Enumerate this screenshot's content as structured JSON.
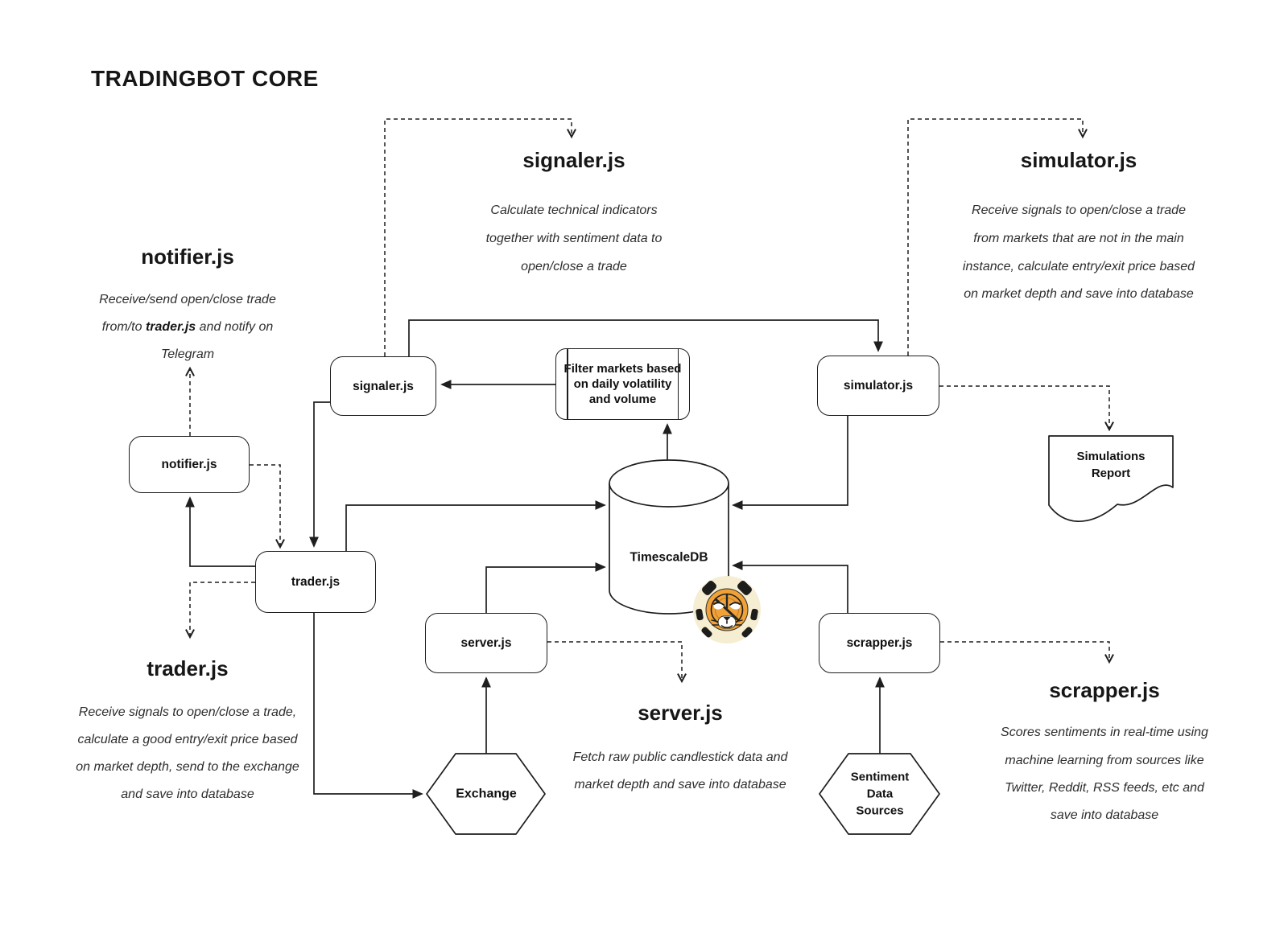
{
  "title": "TRADINGBOT CORE",
  "nodes": {
    "signaler": {
      "label": "signaler.js"
    },
    "filter_markets": {
      "lines": [
        "Filter markets based",
        "on daily volatility",
        "and volume"
      ]
    },
    "simulator": {
      "label": "simulator.js"
    },
    "notifier": {
      "label": "notifier.js"
    },
    "trader": {
      "label": "trader.js"
    },
    "server": {
      "label": "server.js"
    },
    "scrapper": {
      "label": "scrapper.js"
    },
    "exchange": {
      "label": "Exchange"
    },
    "sentiment_sources": {
      "lines": [
        "Sentiment",
        "Data",
        "Sources"
      ]
    },
    "database": {
      "label": "TimescaleDB"
    },
    "simulations_report": {
      "lines": [
        "Simulations",
        "Report"
      ]
    }
  },
  "annotations": {
    "signaler": {
      "heading": "signaler.js",
      "lines": [
        "Calculate technical indicators",
        "together with sentiment data to",
        "open/close a trade"
      ]
    },
    "simulator": {
      "heading": "simulator.js",
      "lines": [
        "Receive signals to open/close a trade",
        "from markets that are not in the main",
        "instance, calculate entry/exit price based",
        "on market depth and save into database"
      ]
    },
    "notifier": {
      "heading": "notifier.js",
      "line1": "Receive/send open/close trade",
      "line2_pre": "from/to ",
      "line2_bold": "trader.js",
      "line2_post": " and notify on",
      "line3": "Telegram"
    },
    "trader": {
      "heading": "trader.js",
      "lines": [
        "Receive signals to open/close a trade,",
        "calculate a good entry/exit price based",
        "on market depth, send to the exchange",
        "and save into database"
      ]
    },
    "server": {
      "heading": "server.js",
      "lines": [
        "Fetch raw public candlestick data and",
        "market depth and save into database"
      ]
    },
    "scrapper": {
      "heading": "scrapper.js",
      "lines": [
        "Scores sentiments in real-time using",
        "machine learning from sources like",
        "Twitter, Reddit, RSS feeds, etc and",
        "save into database"
      ]
    }
  },
  "logo": {
    "name": "timescaledb-tiger-logo",
    "colors": {
      "background": "#f6eed2",
      "face": "#f0a238",
      "dark": "#1d1d1b",
      "white": "#ffffff"
    }
  },
  "colors": {
    "background": "#ffffff",
    "line": "#1f1f1f",
    "text": "#161616"
  }
}
